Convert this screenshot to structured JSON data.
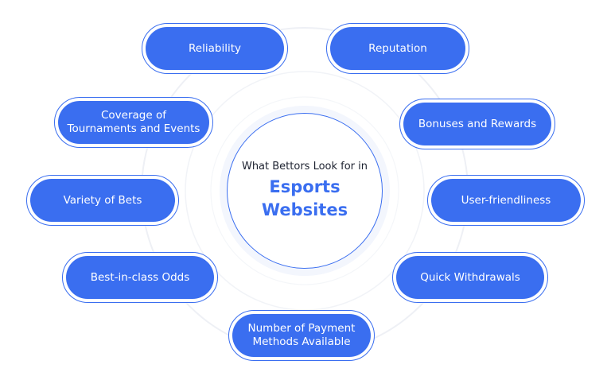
{
  "center": {
    "subtitle": "What Bettors Look for in",
    "title": "Esports\nWebsites"
  },
  "items": [
    {
      "label": "Reliability"
    },
    {
      "label": "Reputation"
    },
    {
      "label": "Coverage of\nTournaments and Events"
    },
    {
      "label": "Bonuses and Rewards"
    },
    {
      "label": "Variety of Bets"
    },
    {
      "label": "User-friendliness"
    },
    {
      "label": "Best-in-class Odds"
    },
    {
      "label": "Quick Withdrawals"
    },
    {
      "label": "Number of Payment\nMethods Available"
    }
  ],
  "colors": {
    "accent": "#3a6ef0",
    "ring": "#eef0f5",
    "text_dark": "#1d2230"
  }
}
